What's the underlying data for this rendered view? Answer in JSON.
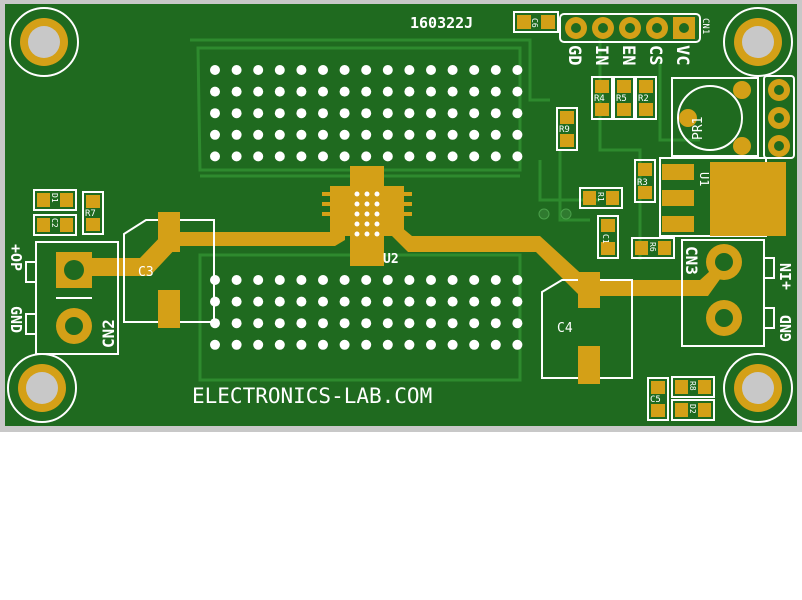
{
  "board": {
    "code": "160322J",
    "website": "ELECTRONICS-LAB.COM",
    "colors": {
      "substrate": "#1a5c1a",
      "copper": "#2f7a2f",
      "pad": "#d4a017",
      "silk": "#ffffff",
      "edge": "#c8c8c8",
      "hole": "#8a8a8a"
    }
  },
  "labels": {
    "cn1": "CN1",
    "cn2": "CN2",
    "cn3": "CN3",
    "u1": "U1",
    "u2": "U2",
    "pr1": "PR1",
    "c1": "C1",
    "c2": "C2",
    "c3": "C3",
    "c4": "C4",
    "c5": "C5",
    "c6": "C6",
    "d1": "D1",
    "d2": "D2",
    "r1": "R1",
    "r2": "R2",
    "r3": "R3",
    "r4": "R4",
    "r5": "R5",
    "r6": "R6",
    "r7": "R7",
    "r8": "R8",
    "r9": "R9",
    "pin_gd": "GD",
    "pin_in": "IN",
    "pin_en": "EN",
    "pin_cs": "CS",
    "pin_vc": "VC",
    "out_plus": "+OP",
    "out_gnd": "GND",
    "in_plus": "+IN",
    "in_gnd": "GND"
  }
}
